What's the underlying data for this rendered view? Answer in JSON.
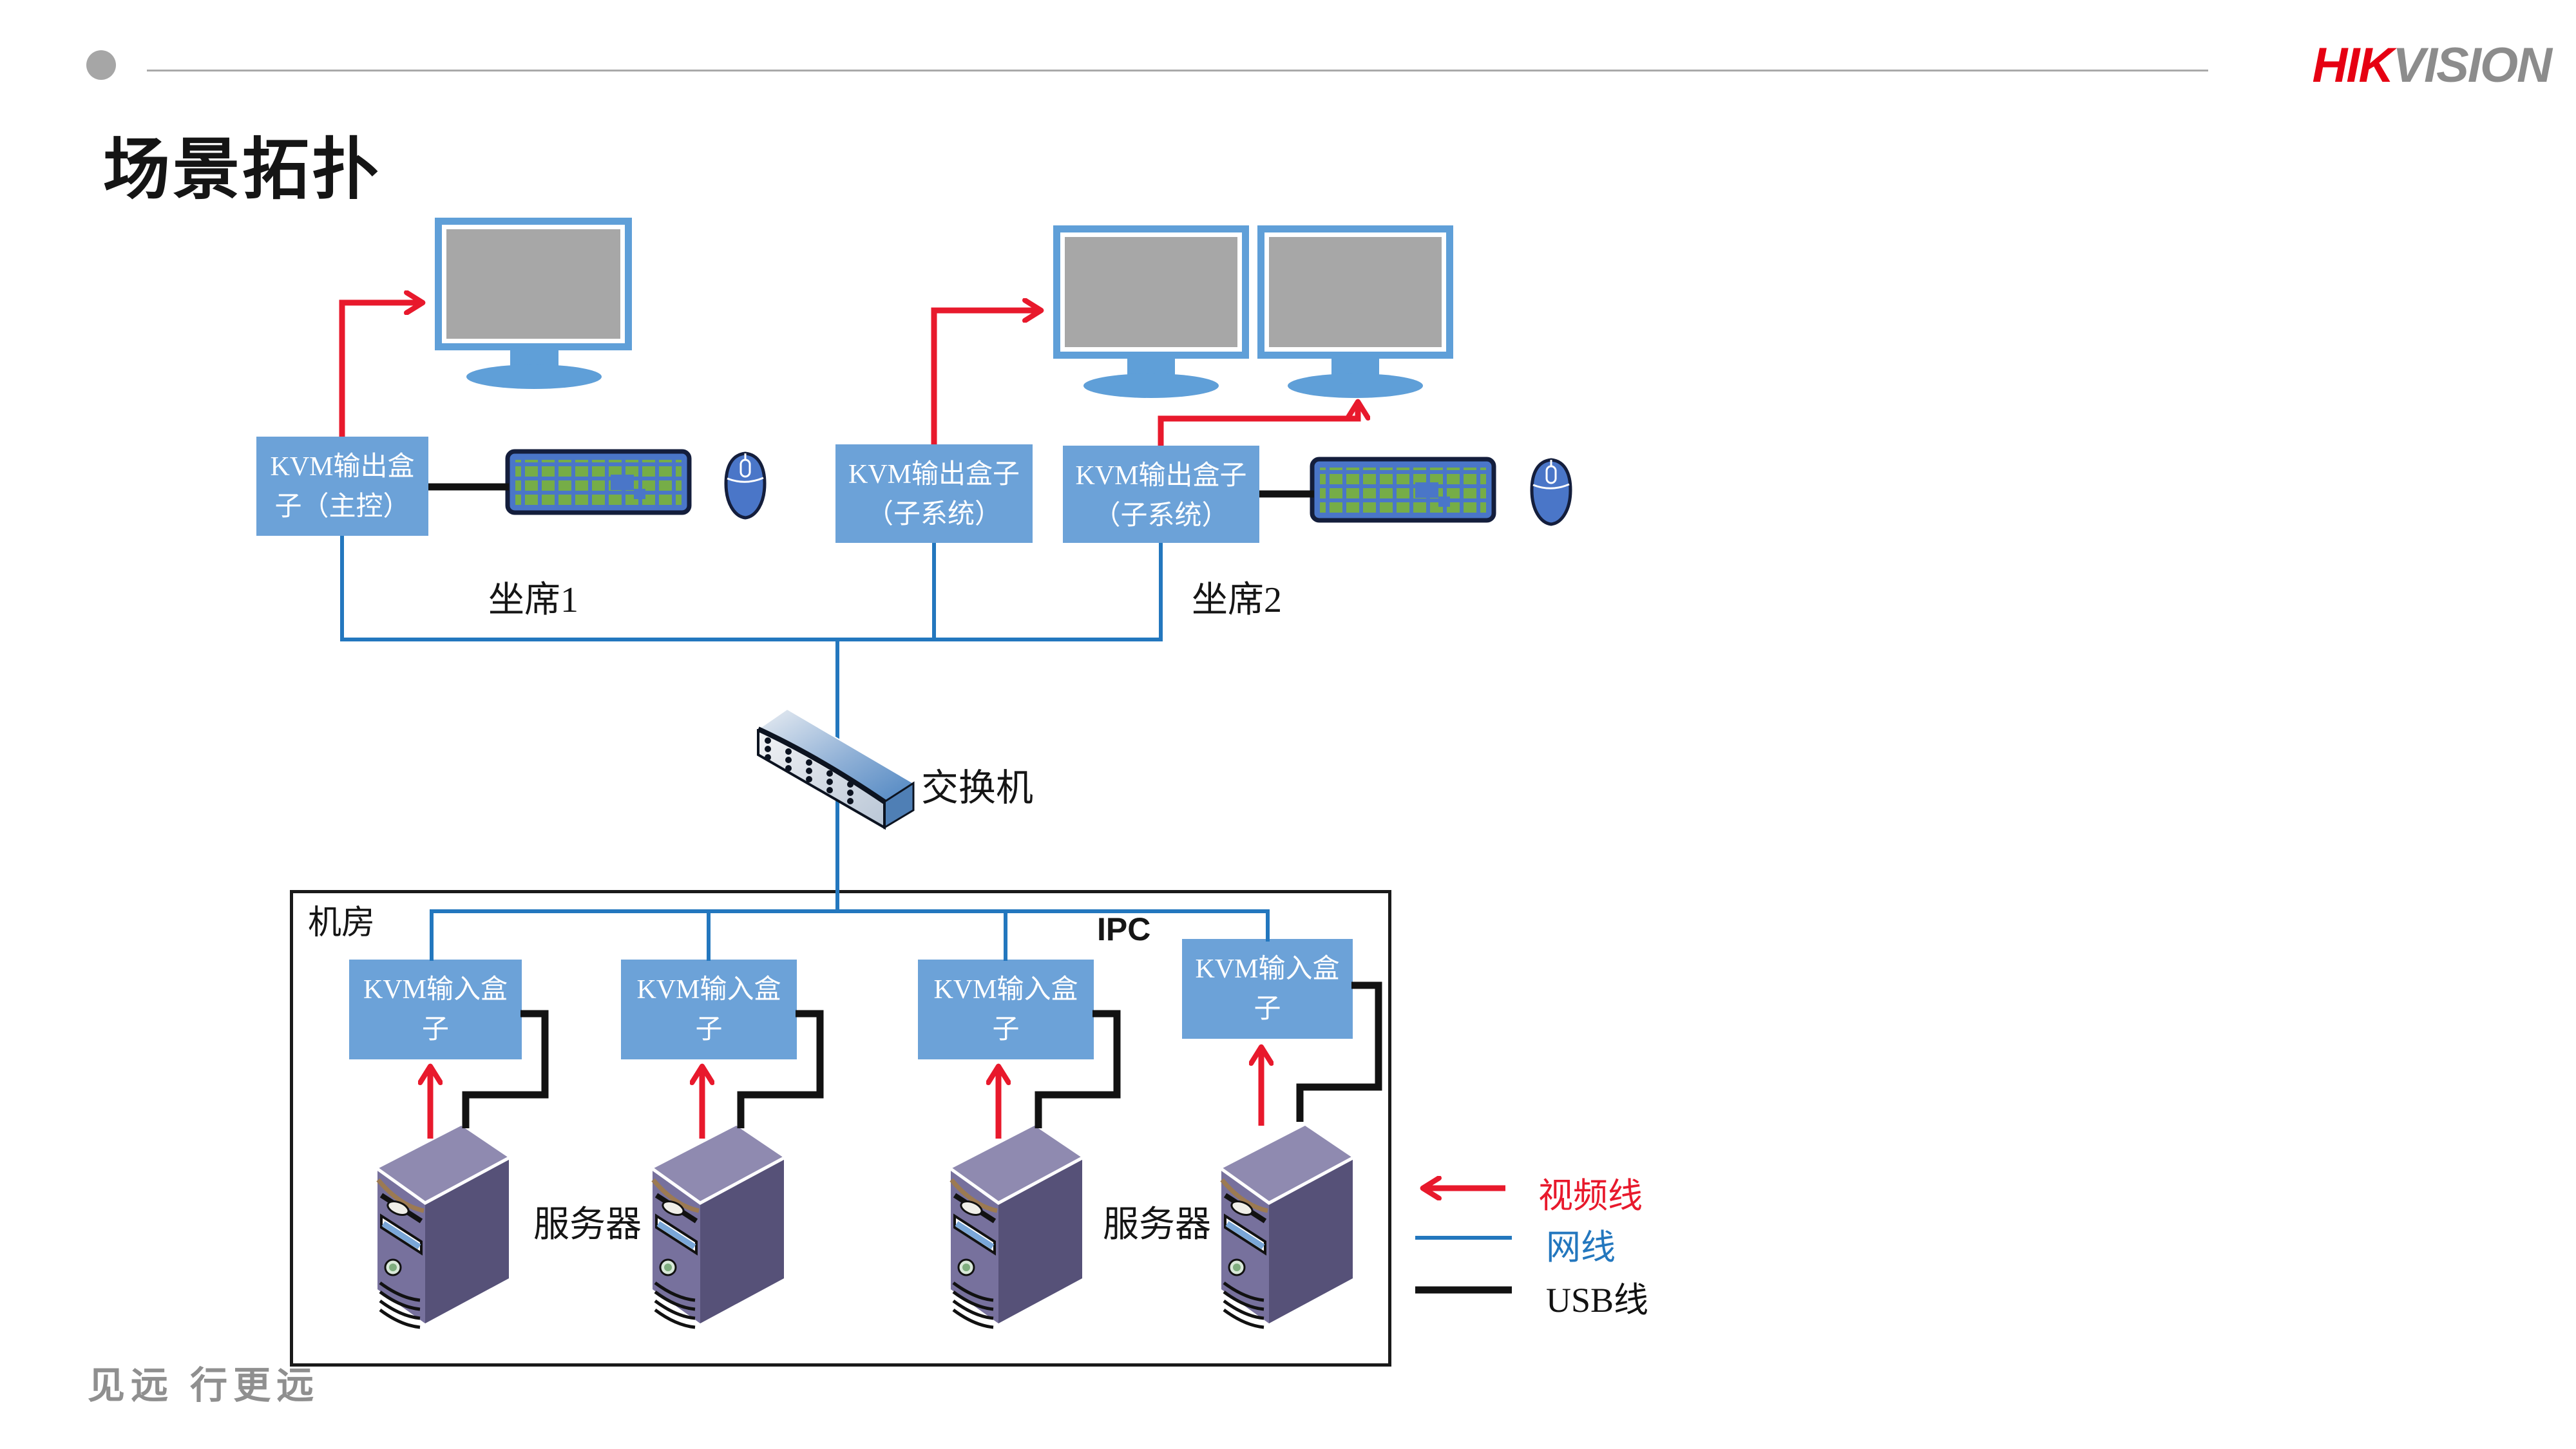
{
  "slide": {
    "title": "场景拓扑",
    "logo": {
      "hik": "HIK",
      "vision": "VISION"
    },
    "footer": "见远 行更远"
  },
  "nodes": {
    "kvm_out_main": {
      "line1": "KVM输出盒",
      "line2": "子（主控）"
    },
    "kvm_out_sub": {
      "line1": "KVM输出盒子",
      "line2": "（子系统）"
    },
    "kvm_in": {
      "line1": "KVM输入盒",
      "line2": "子"
    },
    "seat1": "坐席1",
    "seat2": "坐席2",
    "switch": "交换机",
    "room": "机房",
    "ipc": "IPC",
    "server": "服务器"
  },
  "legend": {
    "video": "视频线",
    "network": "网线",
    "usb": "USB线"
  },
  "colors": {
    "video_red": "#E8192C",
    "network_blue": "#2377BE",
    "usb_black": "#121212",
    "node_blue": "#6CA2D8",
    "device_blue": "#5F9FD8",
    "screen_gray": "#A7A7A7",
    "keyboard_blue": "#4A76C8",
    "key_green": "#76AD47",
    "logo_red": "#E60012",
    "logo_gray": "#8C8C8C"
  }
}
